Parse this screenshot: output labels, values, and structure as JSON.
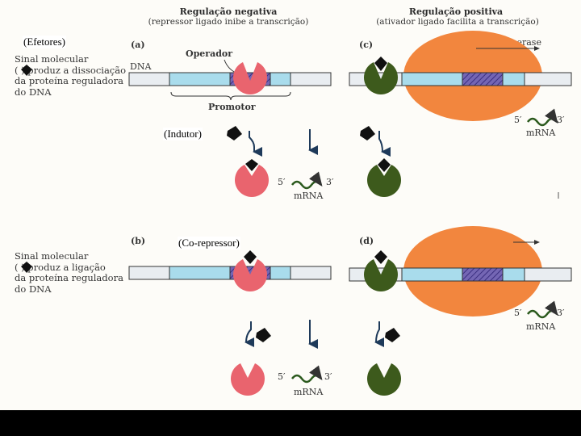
{
  "header": {
    "negative_title": "Regulação negativa",
    "negative_subtitle": "(repressor ligado inibe a transcrição)",
    "positive_title": "Regulação positiva",
    "positive_subtitle": "(ativador ligado facilita a transcrição)"
  },
  "overlays": {
    "efetores": "(Efetores)",
    "indutor": "(Indutor)",
    "corepressor": "(Co-repressor)"
  },
  "side_top": [
    "Sinal molecular",
    "(   ) produz a dissociação",
    "da proteína reguladora",
    "do DNA"
  ],
  "side_bottom": [
    "Sinal molecular",
    "(   ) produz a ligação",
    "da proteína reguladora",
    "do DNA"
  ],
  "panels": {
    "a": "(a)",
    "b": "(b)",
    "c": "(c)",
    "d": "(d)"
  },
  "labels": {
    "dna": "DNA",
    "operador": "Operador",
    "promotor": "Promotor",
    "rna_pol": "RNA polimerase",
    "five": "5′",
    "three": "3′",
    "mrna": "mRNA"
  },
  "colors": {
    "repressor": "#e9646e",
    "activator": "#3d5a1c",
    "rna_polymerase": "#f2863e",
    "dna_promoter": "#a9dcec",
    "operator": "#6a5aa8",
    "ligand": "#111111"
  }
}
